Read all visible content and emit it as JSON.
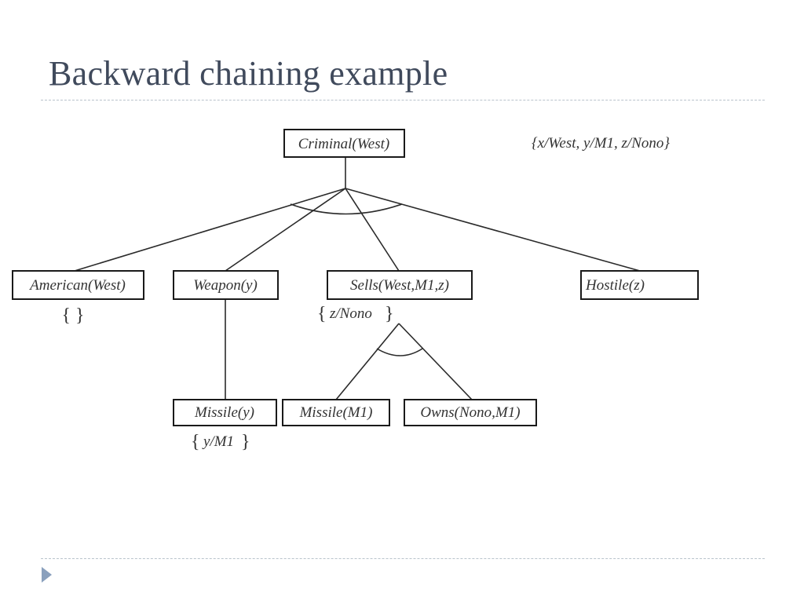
{
  "slide": {
    "title": "Backward chaining example"
  },
  "diagram": {
    "nodes": {
      "criminal": "Criminal(West)",
      "american": "American(West)",
      "weapon": "Weapon(y)",
      "sells": "Sells(West,M1,z)",
      "hostile": "Hostile(z)",
      "missile_y": "Missile(y)",
      "missile_m1": "Missile(M1)",
      "owns": "Owns(Nono,M1)"
    },
    "substitutions": {
      "root": "{x/West, y/M1, z/Nono}",
      "american": "{ }",
      "sells_open": "{",
      "sells": "z/Nono",
      "sells_close": "}",
      "missile_open": "{",
      "missile": "y/M1",
      "missile_close": "}"
    }
  }
}
